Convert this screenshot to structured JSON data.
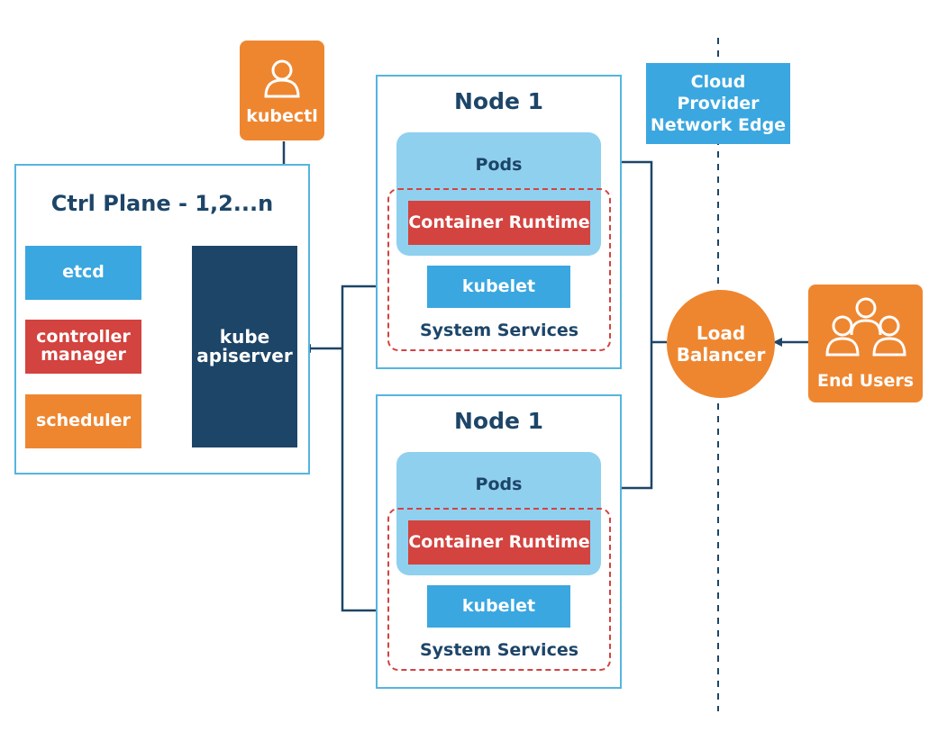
{
  "kubectl": {
    "label": "kubectl",
    "icon": "user-icon"
  },
  "ctrl_plane": {
    "title": "Ctrl Plane - 1,2...n",
    "components": {
      "etcd": "etcd",
      "controller_manager": "controller\nmanager",
      "scheduler": "scheduler"
    },
    "apiserver": "kube\napiserver"
  },
  "nodes": [
    {
      "title": "Node 1",
      "pods": "Pods",
      "runtime": "Container Runtime",
      "kubelet": "kubelet",
      "services": "System Services"
    },
    {
      "title": "Node 1",
      "pods": "Pods",
      "runtime": "Container Runtime",
      "kubelet": "kubelet",
      "services": "System Services"
    }
  ],
  "cloud_edge": {
    "label": "Cloud\nProvider\nNetwork Edge"
  },
  "load_balancer": {
    "label": "Load\nBalancer"
  },
  "end_users": {
    "label": "End Users",
    "icon": "users-group-icon"
  },
  "colors": {
    "orange": "#ee8630",
    "dark_blue": "#1d4568",
    "light_blue": "#3aa7e0",
    "red": "#d3433f",
    "pods_blue": "#8fd0ef",
    "frame_blue": "#55b5e0"
  }
}
